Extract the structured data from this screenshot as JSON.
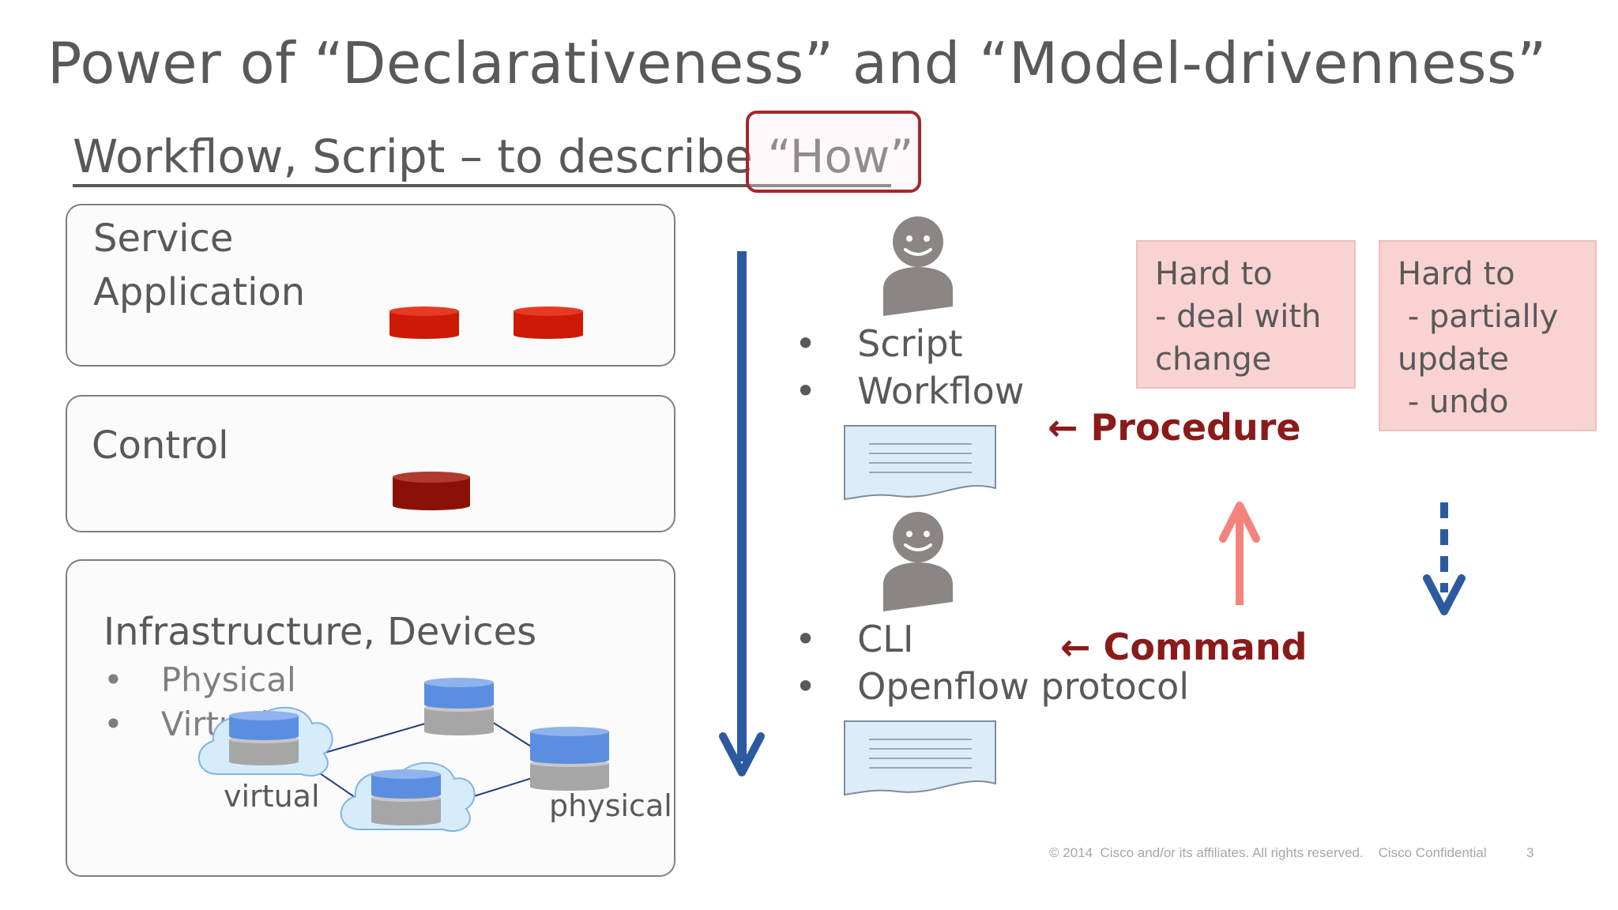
{
  "title": "Power of “Declarativeness” and “Model-drivenness”",
  "subtitle": "Workflow, Script – to describe “How”",
  "panels": {
    "service": {
      "line1": "Service",
      "line2": "Application"
    },
    "control": {
      "label": "Control"
    },
    "infra": {
      "label": "Infrastructure, Devices",
      "bullets": [
        "Physical",
        "Virtual"
      ],
      "virtual_label": "virtual",
      "physical_label": "physical"
    }
  },
  "middle": {
    "top_bullets": [
      "Script",
      "Workflow"
    ],
    "bottom_bullets": [
      "CLI",
      "Openflow protocol"
    ]
  },
  "labels": {
    "procedure": "← Procedure",
    "command": "← Command"
  },
  "notes": {
    "left": [
      "Hard to",
      "- deal with",
      "change"
    ],
    "right": [
      "Hard to",
      " - partially",
      "update",
      " - undo"
    ]
  },
  "colors": {
    "accent_red": "#8b1a1a",
    "arrow_blue": "#2c5aa0",
    "note_pink": "#f9d2d2",
    "up_arrow": "#f4837d"
  },
  "footer": {
    "text": "© 2014  Cisco and/or its affiliates. All rights reserved.    Cisco Confidential",
    "page": "3"
  }
}
